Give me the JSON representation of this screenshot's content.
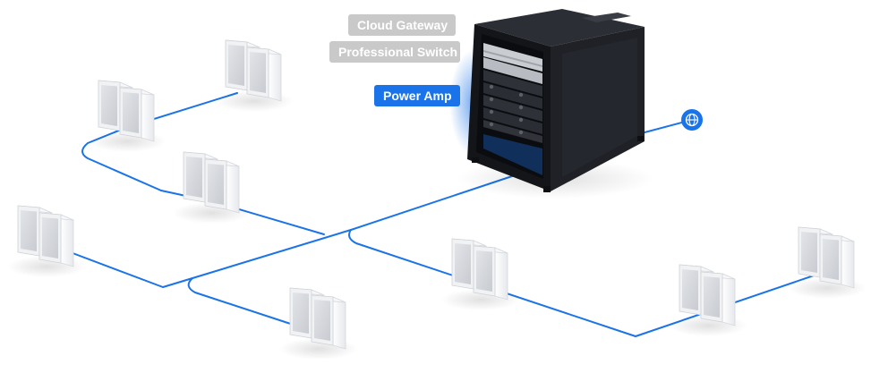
{
  "labels": {
    "cloud_gateway": "Cloud Gateway",
    "professional_switch": "Professional Switch",
    "power_amp": "Power Amp"
  },
  "icons": {
    "internet": "globe-icon",
    "device": "rack-cabinet",
    "speaker": "speaker-pair"
  },
  "colors": {
    "cable": "#1a73e8",
    "active_label": "#1a73e8",
    "inactive_label": "#c9c9c9",
    "cabinet": "#1c1e22",
    "speaker_body": "#f4f5f7",
    "speaker_grille": "#d7d9dd"
  },
  "highlighted_device": "Power Amp"
}
